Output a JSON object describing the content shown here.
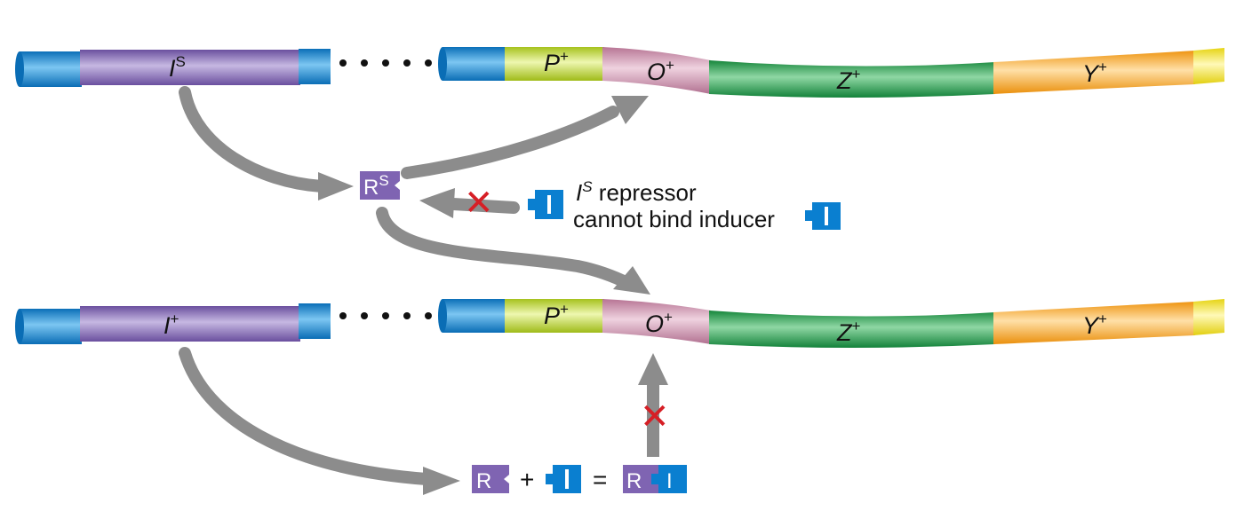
{
  "top_row": {
    "regulator": {
      "base": "I",
      "sup": "S"
    },
    "genes": [
      {
        "base": "P",
        "sup": "+"
      },
      {
        "base": "O",
        "sup": "+"
      },
      {
        "base": "Z",
        "sup": "+"
      },
      {
        "base": "Y",
        "sup": "+"
      }
    ]
  },
  "bottom_row": {
    "regulator": {
      "base": "I",
      "sup": "+"
    },
    "genes": [
      {
        "base": "P",
        "sup": "+"
      },
      {
        "base": "O",
        "sup": "+"
      },
      {
        "base": "Z",
        "sup": "+"
      },
      {
        "base": "Y",
        "sup": "+"
      }
    ]
  },
  "super_repressor": {
    "base": "R",
    "sup": "S"
  },
  "note": {
    "line1_base": "I",
    "line1_sup": "S",
    "line1_rest": " repressor",
    "line2": "cannot bind inducer"
  },
  "equation": {
    "repressor": "R",
    "plus": "+",
    "inducer": "I",
    "equals": "=",
    "complex_r": "R",
    "complex_i": "I"
  },
  "block_mark": "✕",
  "colors": {
    "blue": "#0a7fd0",
    "purple": "#7f64b2",
    "lime": "#b9d52e",
    "pink": "#c98aa8",
    "green": "#1f9a48",
    "orange": "#f5a21a",
    "yellow": "#f2e21c",
    "arrow": "#8c8c8c",
    "cross": "#d61f26"
  }
}
